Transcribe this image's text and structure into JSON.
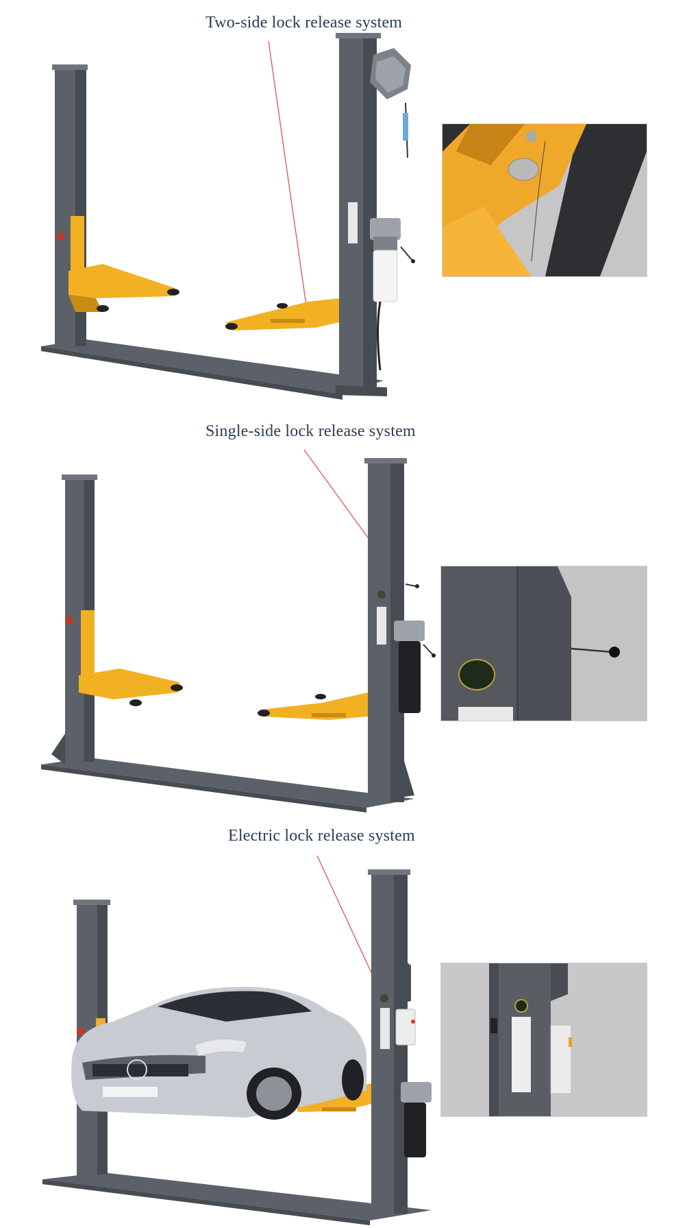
{
  "sections": [
    {
      "caption": "Two-side lock release system"
    },
    {
      "caption": "Single-side lock release system"
    },
    {
      "caption": "Electric lock release system"
    }
  ],
  "colors": {
    "post": "#5c6169",
    "post_dark": "#474b52",
    "post_light": "#70757d",
    "arm": "#f2b023",
    "arm_dark": "#c98b12",
    "pointer_line": "#e06060",
    "caption": "#2a3d55",
    "detail_bg": "#c8c8c8",
    "car_body": "#c8ccd2"
  },
  "icons": [
    "lift-post",
    "lift-arm",
    "lock-release-handle",
    "hydraulic-power-unit",
    "car"
  ]
}
